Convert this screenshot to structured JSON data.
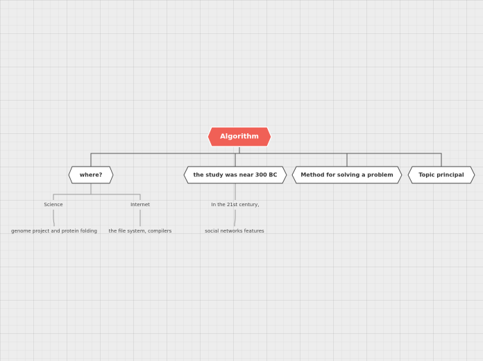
{
  "colors": {
    "root_fill": "#f06056",
    "root_stroke": "#ffffff",
    "node_fill": "#ffffff",
    "node_stroke": "#444444",
    "main_connector": "#555555",
    "sub_connector": "#999999"
  },
  "root": {
    "label": "Algorithm"
  },
  "branches": [
    {
      "label": "where?",
      "children": [
        {
          "label": "Science",
          "children": [
            {
              "label": "genome project and protein folding"
            }
          ]
        },
        {
          "label": "Internet",
          "children": [
            {
              "label": "the file system, compilers"
            }
          ]
        }
      ]
    },
    {
      "label": "the study was near 300 BC",
      "children": [
        {
          "label": "In the 21st century,",
          "children": [
            {
              "label": "social networks features"
            }
          ]
        }
      ]
    },
    {
      "label": "Method for solving a problem",
      "children": []
    },
    {
      "label": "Topic principal",
      "children": []
    }
  ]
}
